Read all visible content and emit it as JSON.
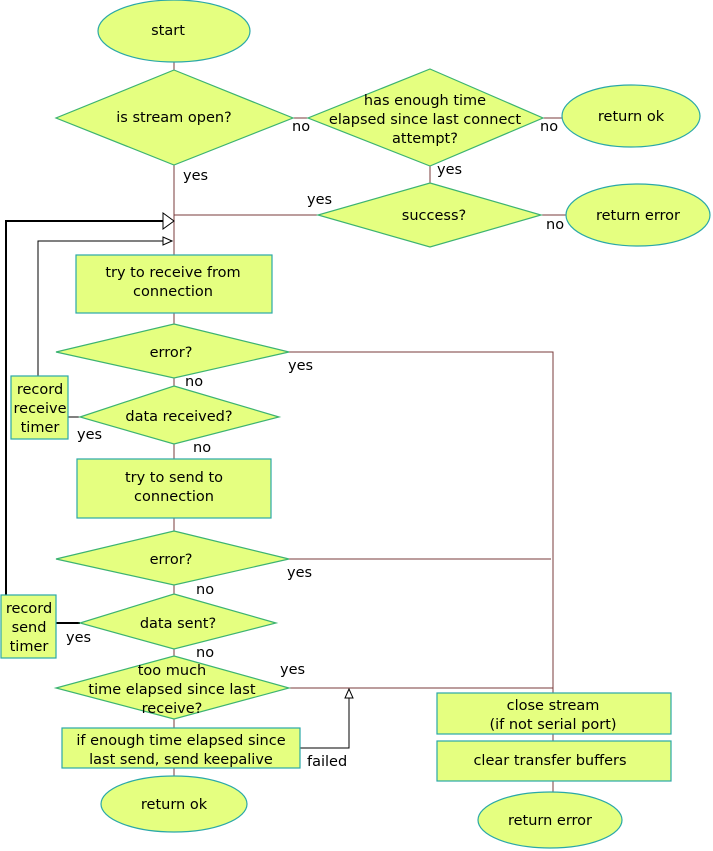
{
  "nodes": {
    "start": "start",
    "stream_open": "is stream open?",
    "enough_time": [
      "has enough time",
      "elapsed since last connect",
      "attempt?"
    ],
    "return_ok_top": "return ok",
    "success": "success?",
    "return_error_top": "return error",
    "try_receive": [
      "try to receive from",
      "connection"
    ],
    "error1": "error?",
    "record_receive": [
      "record",
      "receive",
      "timer"
    ],
    "data_received": "data received?",
    "try_send": [
      "try to send to",
      "connection"
    ],
    "error2": "error?",
    "record_send": [
      "record",
      "send",
      "timer"
    ],
    "data_sent": "data sent?",
    "too_much_time": [
      "too much",
      "time elapsed since last",
      "receive?"
    ],
    "keepalive": [
      "if enough time elapsed since",
      "last send, send keepalive"
    ],
    "return_ok_bottom": "return ok",
    "close_stream": [
      "close stream",
      "(if not serial port)"
    ],
    "clear_buffers": "clear transfer buffers",
    "return_error_bottom": "return error"
  },
  "labels": {
    "stream_open_no": "no",
    "stream_open_yes": "yes",
    "enough_time_no": "no",
    "enough_time_yes": "yes",
    "success_yes": "yes",
    "success_no": "no",
    "error1_yes": "yes",
    "error1_no": "no",
    "data_received_yes": "yes",
    "data_received_no": "no",
    "error2_yes": "yes",
    "error2_no": "no",
    "data_sent_yes": "yes",
    "data_sent_no": "no",
    "too_much_yes": "yes",
    "keepalive_failed": "failed"
  }
}
